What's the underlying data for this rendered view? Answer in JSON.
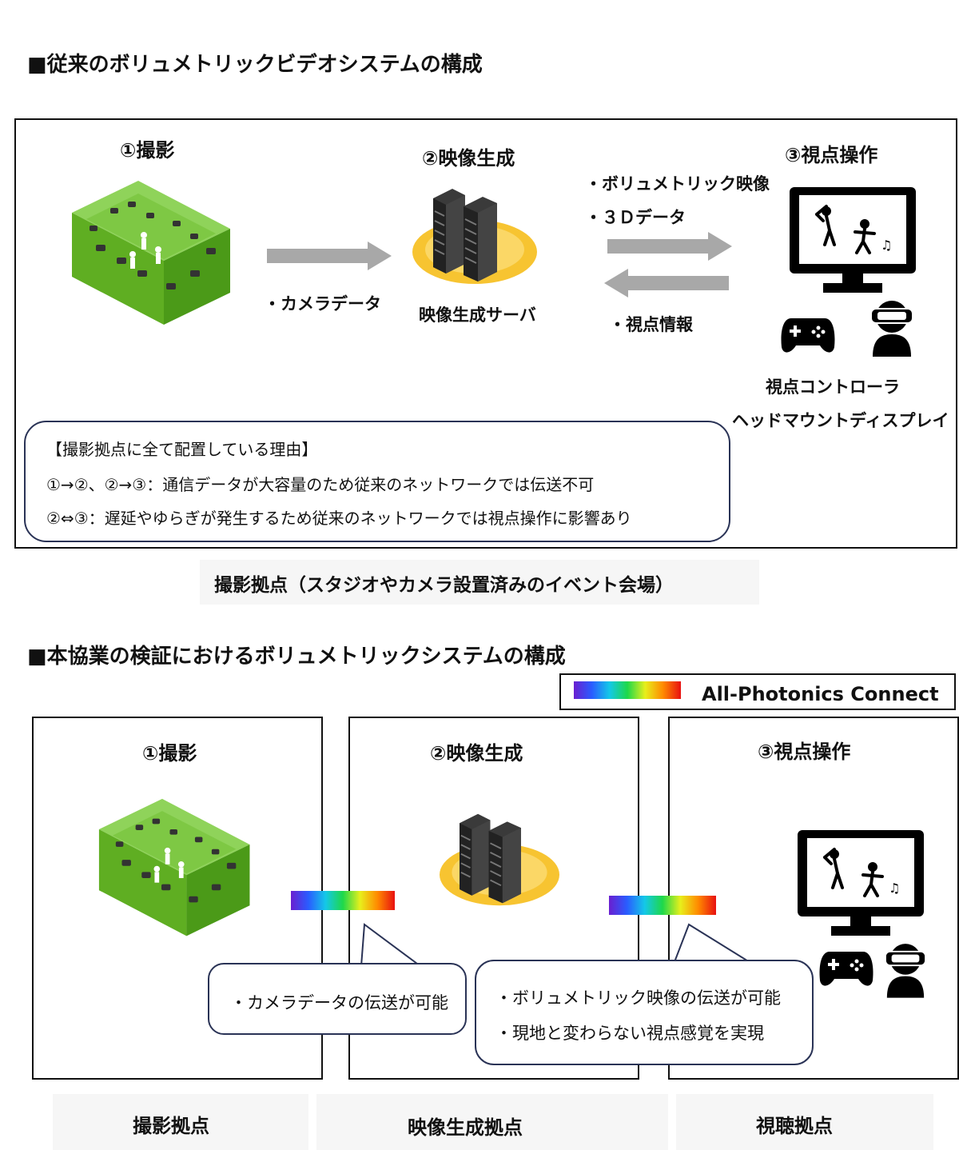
{
  "section1": {
    "title": "■従来のボリュメトリックビデオシステムの構成",
    "step1": "①撮影",
    "step2": "②映像生成",
    "step3": "③視点操作",
    "camera_data_label": "・カメラデータ",
    "server_label": "映像生成サーバ",
    "upstream_line1": "・ボリュメトリック映像",
    "upstream_line2": "・３Ｄデータ",
    "viewpoint_info": "・視点情報",
    "controller_label": "視点コントローラ",
    "hmd_label": "ヘッドマウントディスプレイ",
    "note_heading": "【撮影拠点に全て配置している理由】",
    "note_line1": "①→②、②→③：通信データが大容量のため従来のネットワークでは伝送不可",
    "note_line2": "②⇔③：遅延やゆらぎが発生するため従来のネットワークでは視点操作に影響あり",
    "site_caption": "撮影拠点（スタジオやカメラ設置済みのイベント会場）"
  },
  "section2": {
    "title": "■本協業の検証におけるボリュメトリックシステムの構成",
    "legend_label": "All-Photonics Connect",
    "step1": "①撮影",
    "step2": "②映像生成",
    "step3": "③視点操作",
    "callout1": "・カメラデータの伝送が可能",
    "callout2_line1": "・ボリュメトリック映像の伝送が可能",
    "callout2_line2": "・現地と変わらない視点感覚を実現",
    "site1": "撮影拠点",
    "site2": "映像生成拠点",
    "site3": "視聴拠点"
  },
  "colors": {
    "studio_green": "#6cc12a",
    "arrow_gray": "#a8a8a8",
    "server_glow": "#f7c431",
    "note_border": "#2a3356"
  },
  "icons": [
    "studio-icon",
    "camera-icon",
    "server-icon",
    "monitor-icon",
    "gamepad-icon",
    "hmd-user-icon",
    "arrow-icon"
  ]
}
